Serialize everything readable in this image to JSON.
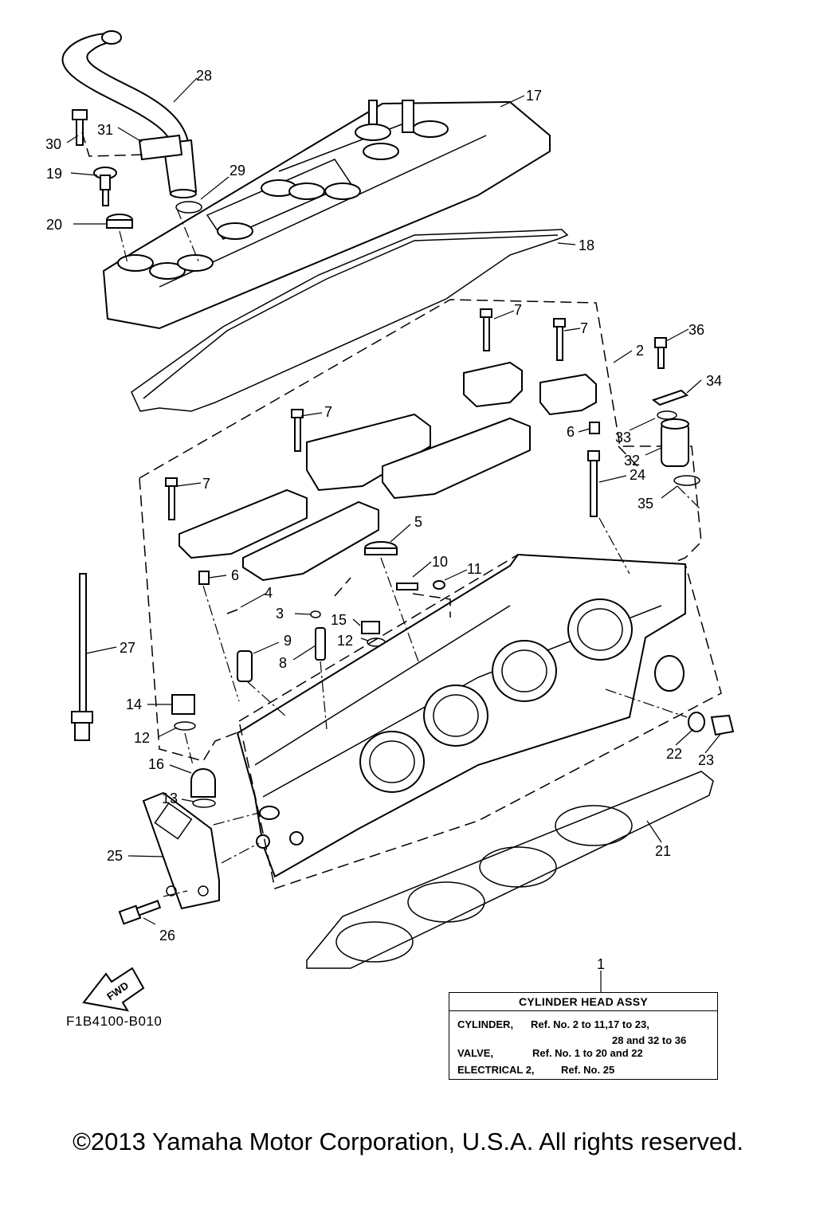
{
  "callouts": [
    {
      "num": "1"
    },
    {
      "num": "2"
    },
    {
      "num": "3"
    },
    {
      "num": "4"
    },
    {
      "num": "5"
    },
    {
      "num": "6"
    },
    {
      "num": "6"
    },
    {
      "num": "7"
    },
    {
      "num": "7"
    },
    {
      "num": "7"
    },
    {
      "num": "7"
    },
    {
      "num": "8"
    },
    {
      "num": "9"
    },
    {
      "num": "10"
    },
    {
      "num": "11"
    },
    {
      "num": "12"
    },
    {
      "num": "12"
    },
    {
      "num": "13"
    },
    {
      "num": "14"
    },
    {
      "num": "15"
    },
    {
      "num": "16"
    },
    {
      "num": "17"
    },
    {
      "num": "18"
    },
    {
      "num": "19"
    },
    {
      "num": "20"
    },
    {
      "num": "21"
    },
    {
      "num": "22"
    },
    {
      "num": "23"
    },
    {
      "num": "24"
    },
    {
      "num": "25"
    },
    {
      "num": "26"
    },
    {
      "num": "27"
    },
    {
      "num": "28"
    },
    {
      "num": "29"
    },
    {
      "num": "30"
    },
    {
      "num": "31"
    },
    {
      "num": "32"
    },
    {
      "num": "33"
    },
    {
      "num": "34"
    },
    {
      "num": "35"
    },
    {
      "num": "36"
    }
  ],
  "fwd_label": "FWD",
  "figure_code": "F1B4100-B010",
  "assy_box": {
    "title": "CYLINDER HEAD ASSY",
    "cylinder_label": "CYLINDER,",
    "cylinder_refs_a": "Ref. No. 2 to 11,17 to 23,",
    "cylinder_refs_b": "28 and 32 to 36",
    "valve_label": "VALVE,",
    "valve_refs": "Ref. No. 1 to 20 and 22",
    "electrical_label": "ELECTRICAL 2,",
    "electrical_refs": "Ref. No. 25"
  },
  "copyright": "©2013 Yamaha Motor Corporation, U.S.A. All rights reserved."
}
